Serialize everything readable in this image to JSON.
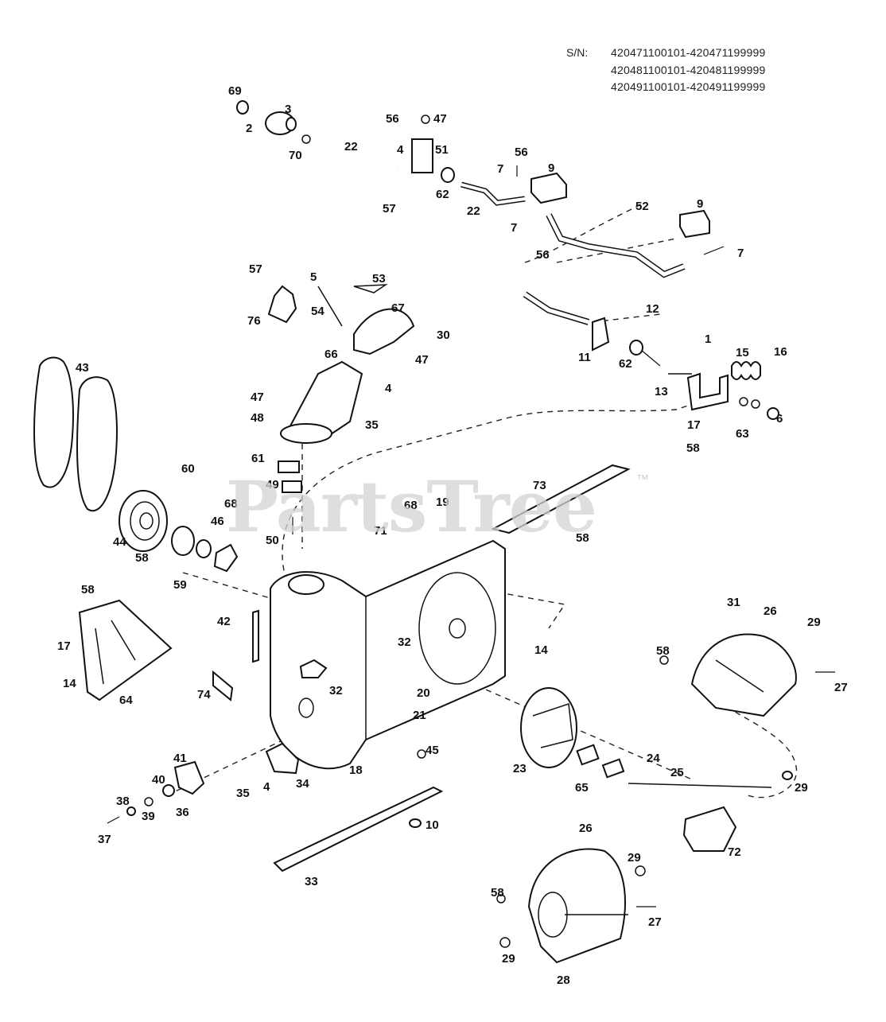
{
  "serial": {
    "label": "S/N:",
    "ranges": [
      "420471100101-420471199999",
      "420481100101-420481199999",
      "420491100101-420491199999"
    ]
  },
  "watermark": {
    "text": "PartsTree",
    "tm": "™"
  },
  "callouts": [
    {
      "id": "c69",
      "num": "69"
    },
    {
      "id": "c3",
      "num": "3"
    },
    {
      "id": "c2",
      "num": "2"
    },
    {
      "id": "c70",
      "num": "70"
    },
    {
      "id": "c22a",
      "num": "22"
    },
    {
      "id": "c56a",
      "num": "56"
    },
    {
      "id": "c47a",
      "num": "47"
    },
    {
      "id": "c4a",
      "num": "4"
    },
    {
      "id": "c51",
      "num": "51"
    },
    {
      "id": "c57a",
      "num": "57"
    },
    {
      "id": "c62a",
      "num": "62"
    },
    {
      "id": "c22b",
      "num": "22"
    },
    {
      "id": "c7a",
      "num": "7"
    },
    {
      "id": "c56b",
      "num": "56"
    },
    {
      "id": "c9a",
      "num": "9"
    },
    {
      "id": "c7b",
      "num": "7"
    },
    {
      "id": "c52",
      "num": "52"
    },
    {
      "id": "c9b",
      "num": "9"
    },
    {
      "id": "c7c",
      "num": "7"
    },
    {
      "id": "c56c",
      "num": "56"
    },
    {
      "id": "c12",
      "num": "12"
    },
    {
      "id": "c11",
      "num": "11"
    },
    {
      "id": "c62b",
      "num": "62"
    },
    {
      "id": "c1",
      "num": "1"
    },
    {
      "id": "c15",
      "num": "15"
    },
    {
      "id": "c16",
      "num": "16"
    },
    {
      "id": "c13",
      "num": "13"
    },
    {
      "id": "c17a",
      "num": "17"
    },
    {
      "id": "c63",
      "num": "63"
    },
    {
      "id": "c6",
      "num": "6"
    },
    {
      "id": "c58a",
      "num": "58"
    },
    {
      "id": "c57b",
      "num": "57"
    },
    {
      "id": "c5",
      "num": "5"
    },
    {
      "id": "c53",
      "num": "53"
    },
    {
      "id": "c54",
      "num": "54"
    },
    {
      "id": "c67",
      "num": "67"
    },
    {
      "id": "c76",
      "num": "76"
    },
    {
      "id": "c30",
      "num": "30"
    },
    {
      "id": "c66",
      "num": "66"
    },
    {
      "id": "c47b",
      "num": "47"
    },
    {
      "id": "c43",
      "num": "43"
    },
    {
      "id": "c47c",
      "num": "47"
    },
    {
      "id": "c4b",
      "num": "4"
    },
    {
      "id": "c48",
      "num": "48"
    },
    {
      "id": "c35a",
      "num": "35"
    },
    {
      "id": "c60",
      "num": "60"
    },
    {
      "id": "c61",
      "num": "61"
    },
    {
      "id": "c49",
      "num": "49"
    },
    {
      "id": "c73",
      "num": "73"
    },
    {
      "id": "c68a",
      "num": "68"
    },
    {
      "id": "c68b",
      "num": "68"
    },
    {
      "id": "c19",
      "num": "19"
    },
    {
      "id": "c46",
      "num": "46"
    },
    {
      "id": "c44",
      "num": "44"
    },
    {
      "id": "c50",
      "num": "50"
    },
    {
      "id": "c71",
      "num": "71"
    },
    {
      "id": "c58b",
      "num": "58"
    },
    {
      "id": "c58c",
      "num": "58"
    },
    {
      "id": "c59",
      "num": "59"
    },
    {
      "id": "c58d",
      "num": "58"
    },
    {
      "id": "c42",
      "num": "42"
    },
    {
      "id": "c31",
      "num": "31"
    },
    {
      "id": "c26a",
      "num": "26"
    },
    {
      "id": "c29a",
      "num": "29"
    },
    {
      "id": "c32a",
      "num": "32"
    },
    {
      "id": "c14a",
      "num": "14"
    },
    {
      "id": "c17b",
      "num": "17"
    },
    {
      "id": "c58e",
      "num": "58"
    },
    {
      "id": "c14b",
      "num": "14"
    },
    {
      "id": "c64",
      "num": "64"
    },
    {
      "id": "c32b",
      "num": "32"
    },
    {
      "id": "c20",
      "num": "20"
    },
    {
      "id": "c74",
      "num": "74"
    },
    {
      "id": "c27a",
      "num": "27"
    },
    {
      "id": "c21",
      "num": "21"
    },
    {
      "id": "c45",
      "num": "45"
    },
    {
      "id": "c41",
      "num": "41"
    },
    {
      "id": "c18",
      "num": "18"
    },
    {
      "id": "c24",
      "num": "24"
    },
    {
      "id": "c23",
      "num": "23"
    },
    {
      "id": "c25",
      "num": "25"
    },
    {
      "id": "c40",
      "num": "40"
    },
    {
      "id": "c35b",
      "num": "35"
    },
    {
      "id": "c4c",
      "num": "4"
    },
    {
      "id": "c34",
      "num": "34"
    },
    {
      "id": "c65",
      "num": "65"
    },
    {
      "id": "c29b",
      "num": "29"
    },
    {
      "id": "c38",
      "num": "38"
    },
    {
      "id": "c36",
      "num": "36"
    },
    {
      "id": "c10",
      "num": "10"
    },
    {
      "id": "c39",
      "num": "39"
    },
    {
      "id": "c37",
      "num": "37"
    },
    {
      "id": "c26b",
      "num": "26"
    },
    {
      "id": "c72",
      "num": "72"
    },
    {
      "id": "c29c",
      "num": "29"
    },
    {
      "id": "c33",
      "num": "33"
    },
    {
      "id": "c58f",
      "num": "58"
    },
    {
      "id": "c27b",
      "num": "27"
    },
    {
      "id": "c29d",
      "num": "29"
    },
    {
      "id": "c28",
      "num": "28"
    }
  ]
}
